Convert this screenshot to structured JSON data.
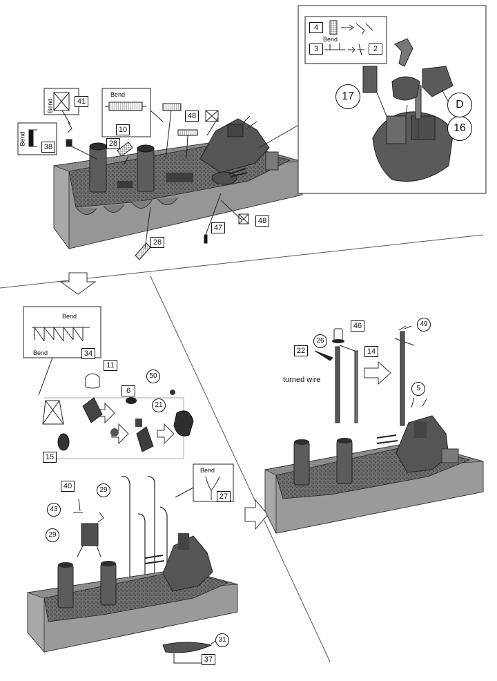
{
  "step1": {
    "labels": {
      "p41": "41",
      "p38": "38",
      "p10": "10",
      "p28a": "28",
      "p48a": "48",
      "p28b": "28",
      "p47": "47",
      "p48b": "48"
    },
    "bend_texts": {
      "b41": "Bend",
      "b38": "Bend",
      "b10": "Bend"
    },
    "inset": {
      "labels": {
        "p4": "4",
        "p3": "3",
        "p2": "2",
        "p17": "17",
        "p16": "16",
        "pD": "D"
      },
      "bend": "Bend"
    }
  },
  "step2": {
    "labels": {
      "p34": "34",
      "p11": "11",
      "p6": "6",
      "p50": "50",
      "p21": "21",
      "p15": "15",
      "p40": "40",
      "p29a": "29",
      "p43": "43",
      "p29b": "29",
      "p27": "27",
      "p31": "31",
      "p37": "37"
    },
    "bend_texts": {
      "b34a": "Bend",
      "b34b": "Bend",
      "b27": "Bend"
    }
  },
  "step3": {
    "labels": {
      "p46": "46",
      "p26": "26",
      "p49": "49",
      "p22": "22",
      "p14": "14",
      "p5": "5"
    },
    "turned_wire": "turned wire"
  }
}
